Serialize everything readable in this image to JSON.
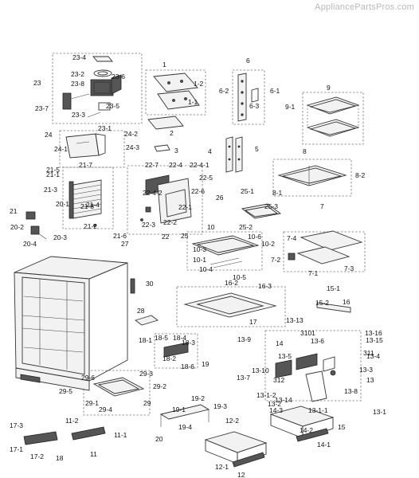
{
  "watermark": "AppliancePartsPros.com",
  "callouts": [
    "1",
    "1-1",
    "1-2",
    "2",
    "3",
    "4",
    "5",
    "6",
    "6-1",
    "6-2",
    "6-3",
    "7",
    "7-1",
    "7-2",
    "7-3",
    "7-4",
    "8",
    "8-1",
    "8-2",
    "9",
    "9-1",
    "10",
    "10-1",
    "10-2",
    "10-3",
    "10-4",
    "10-5",
    "10-6",
    "11",
    "11-1",
    "11-2",
    "12",
    "12-1",
    "12-2",
    "13",
    "13-1",
    "13-1-1",
    "13-1-2",
    "13-2",
    "13-3",
    "13-4",
    "13-5",
    "13-6",
    "13-7",
    "13-8",
    "13-9",
    "13-10",
    "13-13",
    "13-14",
    "13-15",
    "13-16",
    "14",
    "14-1",
    "14-2",
    "14-3",
    "15",
    "15-1",
    "15-2",
    "16",
    "16-2",
    "16-3",
    "17",
    "17-1",
    "17-2",
    "17-3",
    "18",
    "18-1",
    "18-2",
    "18-3",
    "18-4",
    "18-5",
    "18-6",
    "19",
    "19-1",
    "19-2",
    "19-3",
    "19-4",
    "20",
    "20-1",
    "20-2",
    "20-3",
    "20-4",
    "21",
    "21-1",
    "21-2",
    "21-3",
    "21-4",
    "21-5",
    "21-6",
    "21-7",
    "21-8",
    "22",
    "22-1",
    "22-2",
    "22-3",
    "22-4",
    "22-4-1",
    "22-4-2",
    "22-5",
    "22-6",
    "22-7",
    "23",
    "23-1",
    "23-2",
    "23-3",
    "23-4",
    "23-5",
    "23-6",
    "23-7",
    "23-8",
    "24",
    "24-1",
    "24-2",
    "24-3",
    "25",
    "25-1",
    "25-2",
    "25-3",
    "26",
    "27",
    "28",
    "29",
    "29-1",
    "29-2",
    "29-3",
    "29-4",
    "29-5",
    "29-6",
    "30",
    "311",
    "312",
    "3101"
  ]
}
